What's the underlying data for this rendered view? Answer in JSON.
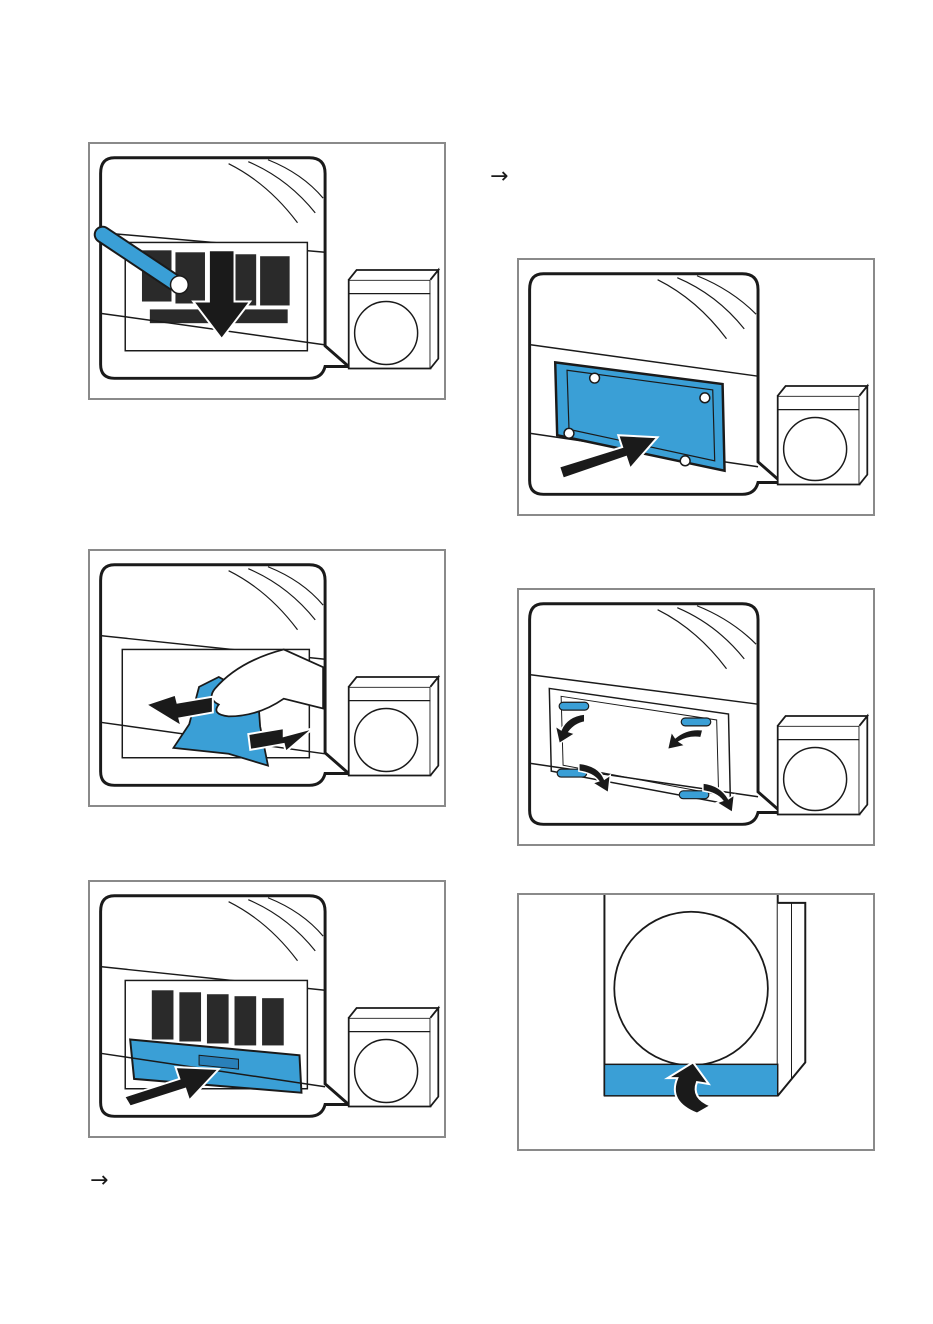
{
  "text": {
    "arrow_right": "→",
    "arrow_bottom": "→"
  },
  "colors": {
    "accent_blue": "#3a9fd6",
    "accent_blue_dark": "#2980b9",
    "frame_gray": "#8a8a8a",
    "line": "#1a1a1a"
  },
  "figures": [
    {
      "name": "step-vacuum-filter",
      "icon": "vacuum-brush"
    },
    {
      "name": "step-wipe-cloth",
      "icon": "hand-cloth"
    },
    {
      "name": "step-insert-filter",
      "icon": "push-arrow"
    },
    {
      "name": "step-insert-cover",
      "icon": "push-arrow"
    },
    {
      "name": "step-lock-levers",
      "icon": "rotate-arrows"
    },
    {
      "name": "step-close-flap",
      "icon": "curved-arrow"
    }
  ]
}
